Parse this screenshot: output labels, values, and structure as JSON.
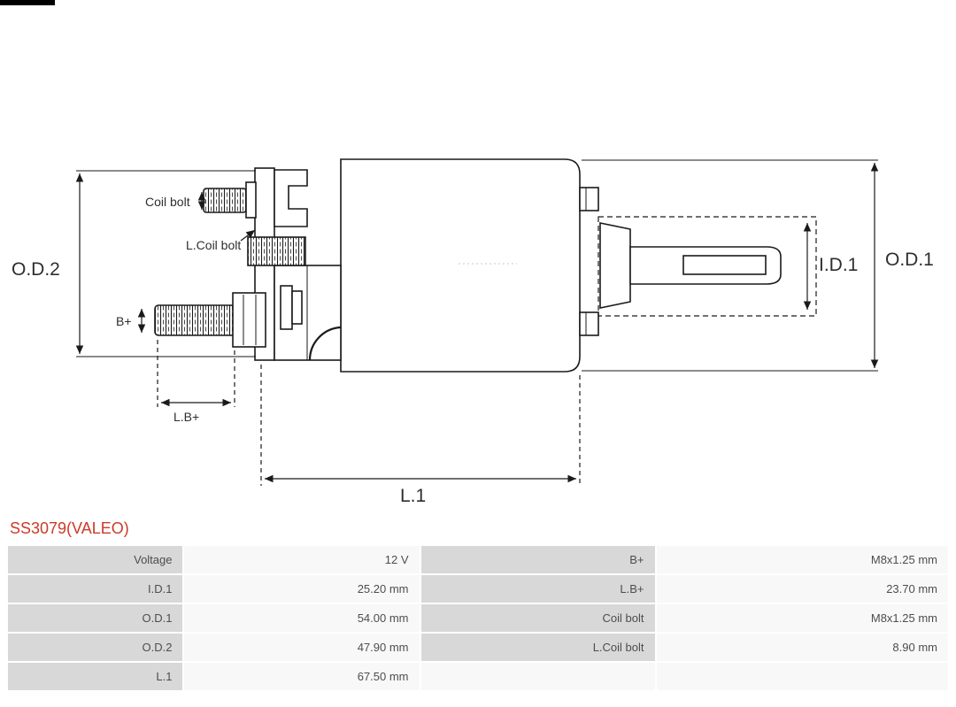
{
  "product": {
    "title": "SS3079(VALEO)",
    "title_color": "#cc3a28"
  },
  "diagram": {
    "stroke_color": "#1a1a1a",
    "labels": {
      "od2": "O.D.2",
      "od1": "O.D.1",
      "id1": "I.D.1",
      "l1": "L.1",
      "coil_bolt": "Coil bolt",
      "l_coil_bolt": "L.Coil bolt",
      "b_plus": "B+",
      "l_b_plus": "L.B+"
    }
  },
  "table": {
    "rows": [
      {
        "c1": "Voltage",
        "c2": "12 V",
        "c3": "B+",
        "c4": "M8x1.25 mm"
      },
      {
        "c1": "I.D.1",
        "c2": "25.20 mm",
        "c3": "L.B+",
        "c4": "23.70 mm"
      },
      {
        "c1": "O.D.1",
        "c2": "54.00 mm",
        "c3": "Coil bolt",
        "c4": "M8x1.25 mm"
      },
      {
        "c1": "O.D.2",
        "c2": "47.90 mm",
        "c3": "L.Coil bolt",
        "c4": "8.90 mm"
      },
      {
        "c1": "L.1",
        "c2": "67.50 mm",
        "c3": "",
        "c4": ""
      }
    ]
  }
}
